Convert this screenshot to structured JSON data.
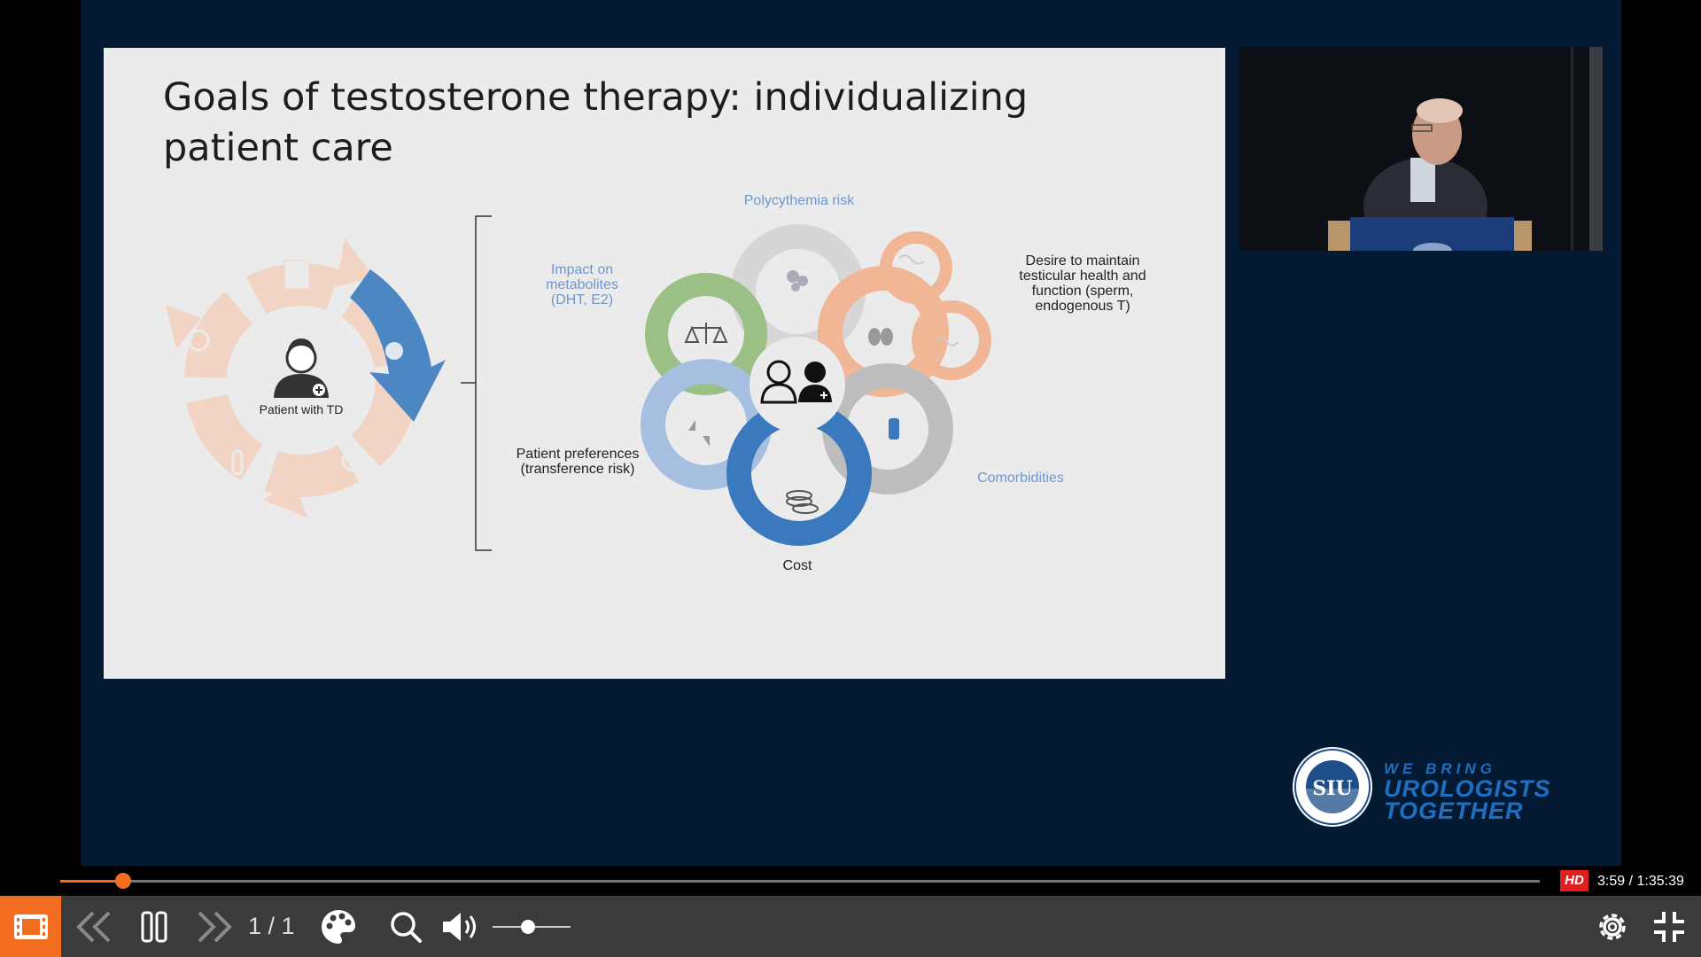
{
  "slide": {
    "title": "Goals of testosterone therapy: individualizing patient care",
    "cycle_center_label": "Patient with TD",
    "factors": {
      "polycythemia": "Polycythemia risk",
      "metabolites": [
        "Impact on",
        "metabolites",
        "(DHT, E2)"
      ],
      "testicular": [
        "Desire to maintain",
        "testicular health and",
        "function (sperm,",
        "endogenous T)"
      ],
      "preferences": [
        "Patient preferences",
        "(transference risk)"
      ],
      "comorbidities": "Comorbidities",
      "cost": "Cost"
    }
  },
  "branding": {
    "seal_text": "SIU",
    "tagline": [
      "WE BRING",
      "UROLOGISTS",
      "TOGETHER"
    ]
  },
  "player": {
    "progress_fraction": 0.0423,
    "hd_label": "HD",
    "time_display": "3:59 / 1:35:39",
    "page_count": "1 / 1",
    "volume_fraction": 0.45
  },
  "colors": {
    "accent": "#f36d21",
    "stage_background": "#041a32",
    "toolbar": "#3b3b3b",
    "hd_badge": "#e21f1f"
  },
  "icons": [
    "media-list-icon",
    "rewind-icon",
    "pause-icon",
    "fast-forward-icon",
    "palette-icon",
    "search-icon",
    "volume-icon",
    "settings-icon",
    "exit-fullscreen-icon"
  ]
}
